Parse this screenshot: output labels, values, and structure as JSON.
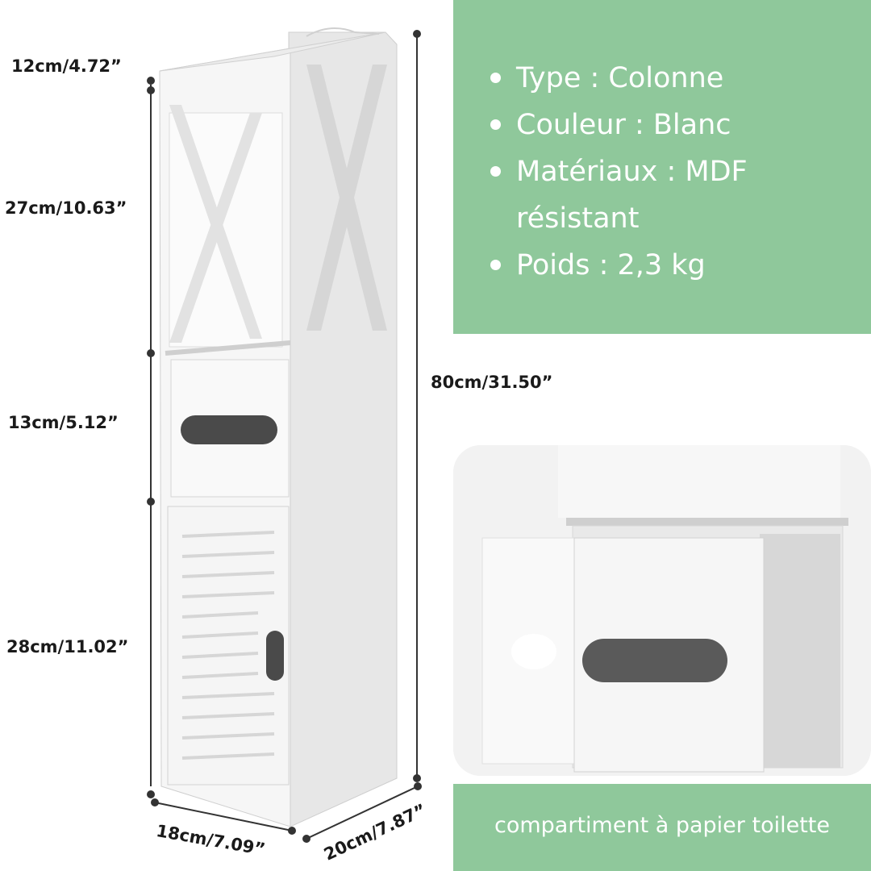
{
  "dimensions": {
    "top_shelf": "12cm/4.72”",
    "open_section": "27cm/10.63”",
    "drawer": "13cm/5.12”",
    "door_section": "28cm/11.02”",
    "total_height": "80cm/31.50”",
    "width": "18cm/7.09”",
    "depth": "20cm/7.87”"
  },
  "specs": [
    "Type : Colonne",
    "Couleur : Blanc",
    "Matériaux : MDF résistant",
    "Poids : 2,3 kg"
  ],
  "caption": "compartiment à papier toilette",
  "colors": {
    "accent": "#8fc89b"
  }
}
